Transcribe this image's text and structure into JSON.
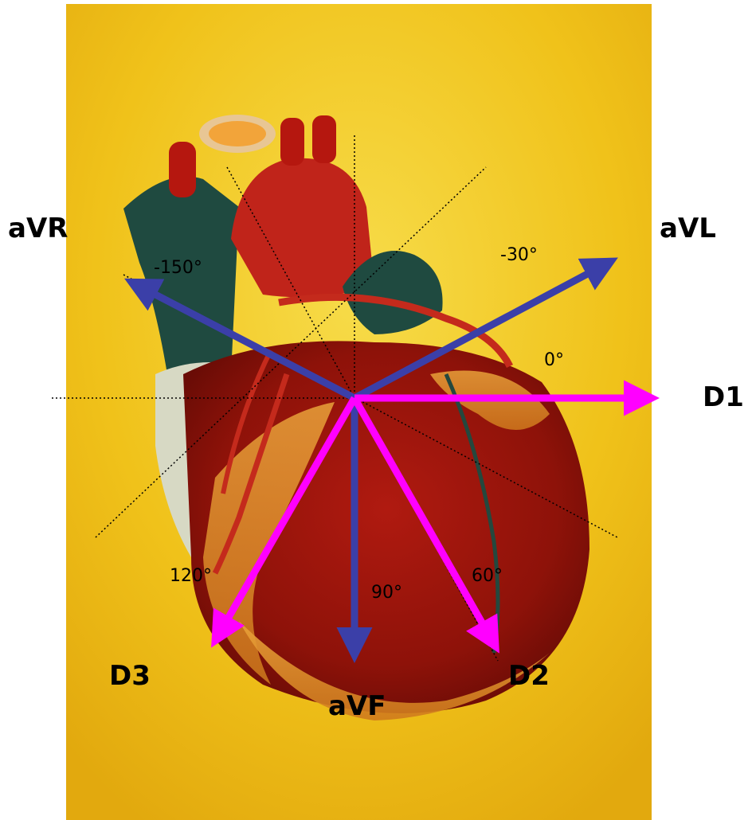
{
  "leads": {
    "aVR": "aVR",
    "aVL": "aVL",
    "D1": "D1",
    "D2": "D2",
    "D3": "D3",
    "aVF": "aVF"
  },
  "angles": {
    "m150": "-150°",
    "m30": "-30°",
    "zero": "0°",
    "sixty": "60°",
    "ninety": "90°",
    "onetwenty": "120°"
  },
  "colors": {
    "augmented_arrow": "#3b3fa8",
    "limb_arrow": "#ff00ff",
    "background": "#f0c21a"
  }
}
